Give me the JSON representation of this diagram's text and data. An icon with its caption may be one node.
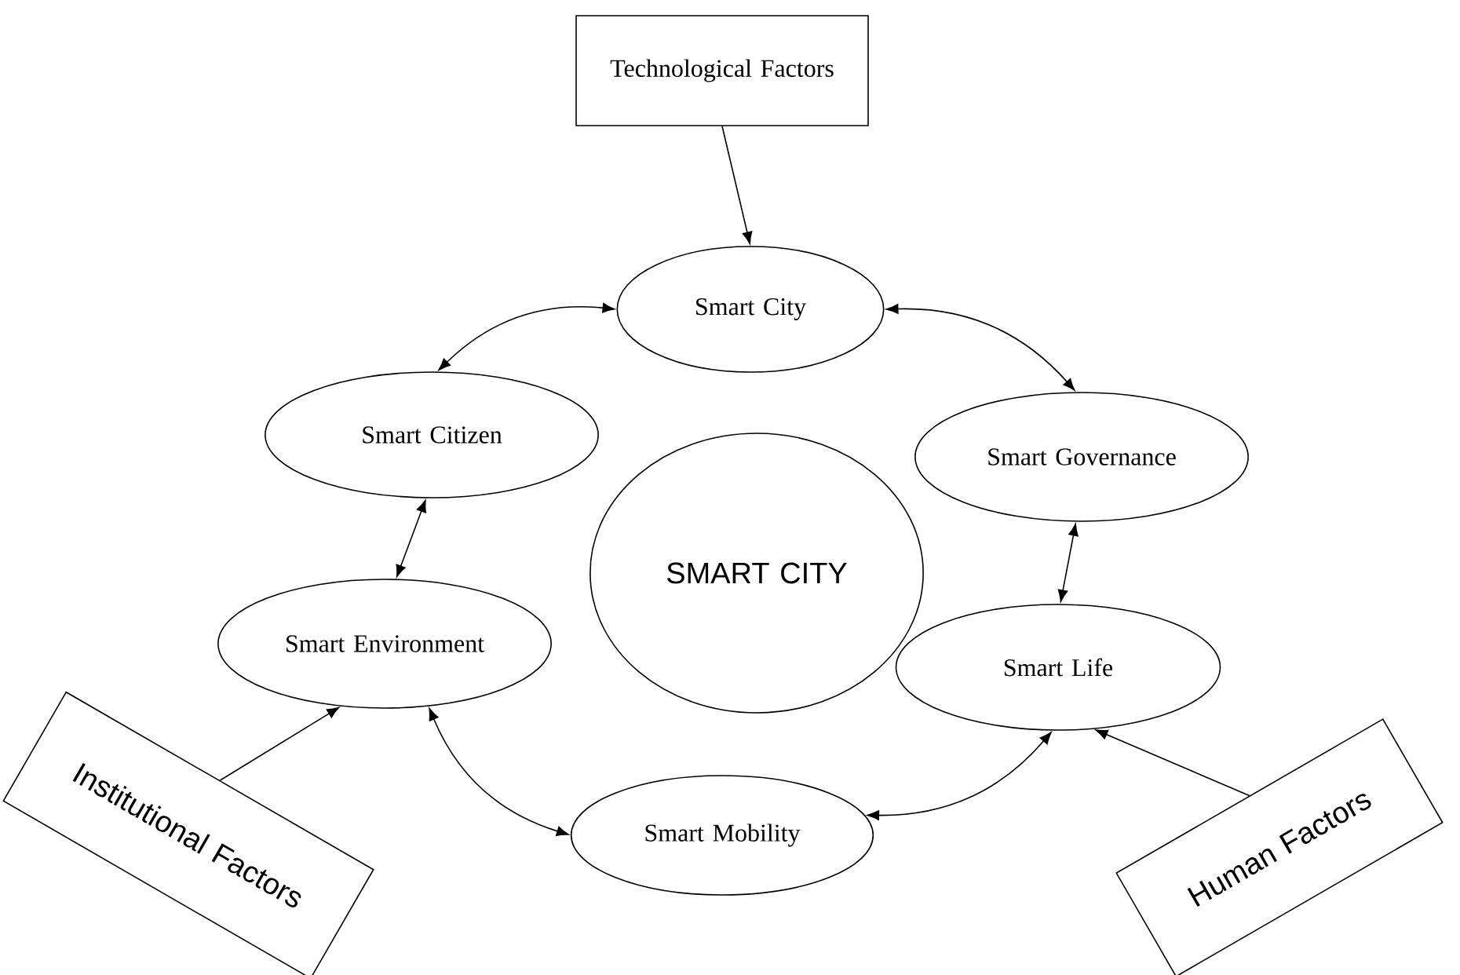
{
  "diagram": {
    "nodes": [
      {
        "text": [
          "Technological Factors"
        ]
      },
      {
        "text": [
          "Smart City"
        ]
      },
      {
        "text": [
          "Smart Citizen"
        ]
      },
      {
        "text": [
          "Smart Governance"
        ]
      },
      {
        "text": [
          "SMART CITY"
        ]
      },
      {
        "text": [
          "Smart Environment"
        ]
      },
      {
        "text": [
          "Smart Life"
        ]
      },
      {
        "text": [
          "Smart Mobility"
        ]
      },
      {
        "text": [
          "Institutional Factors"
        ]
      },
      {
        "text": [
          "Human Factors"
        ]
      }
    ],
    "edges": [
      {
        "from": 0,
        "to": 1,
        "arrow": "to"
      },
      {
        "from": 1,
        "to": 2,
        "arrow": "both"
      },
      {
        "from": 1,
        "to": 3,
        "arrow": "both"
      },
      {
        "from": 2,
        "to": 5,
        "arrow": "both"
      },
      {
        "from": 3,
        "to": 6,
        "arrow": "both"
      },
      {
        "from": 5,
        "to": 7,
        "arrow": "both"
      },
      {
        "from": 7,
        "to": 6,
        "arrow": "both"
      },
      {
        "from": 8,
        "to": 5,
        "arrow": "to"
      },
      {
        "from": 9,
        "to": 6,
        "arrow": "to"
      }
    ]
  }
}
